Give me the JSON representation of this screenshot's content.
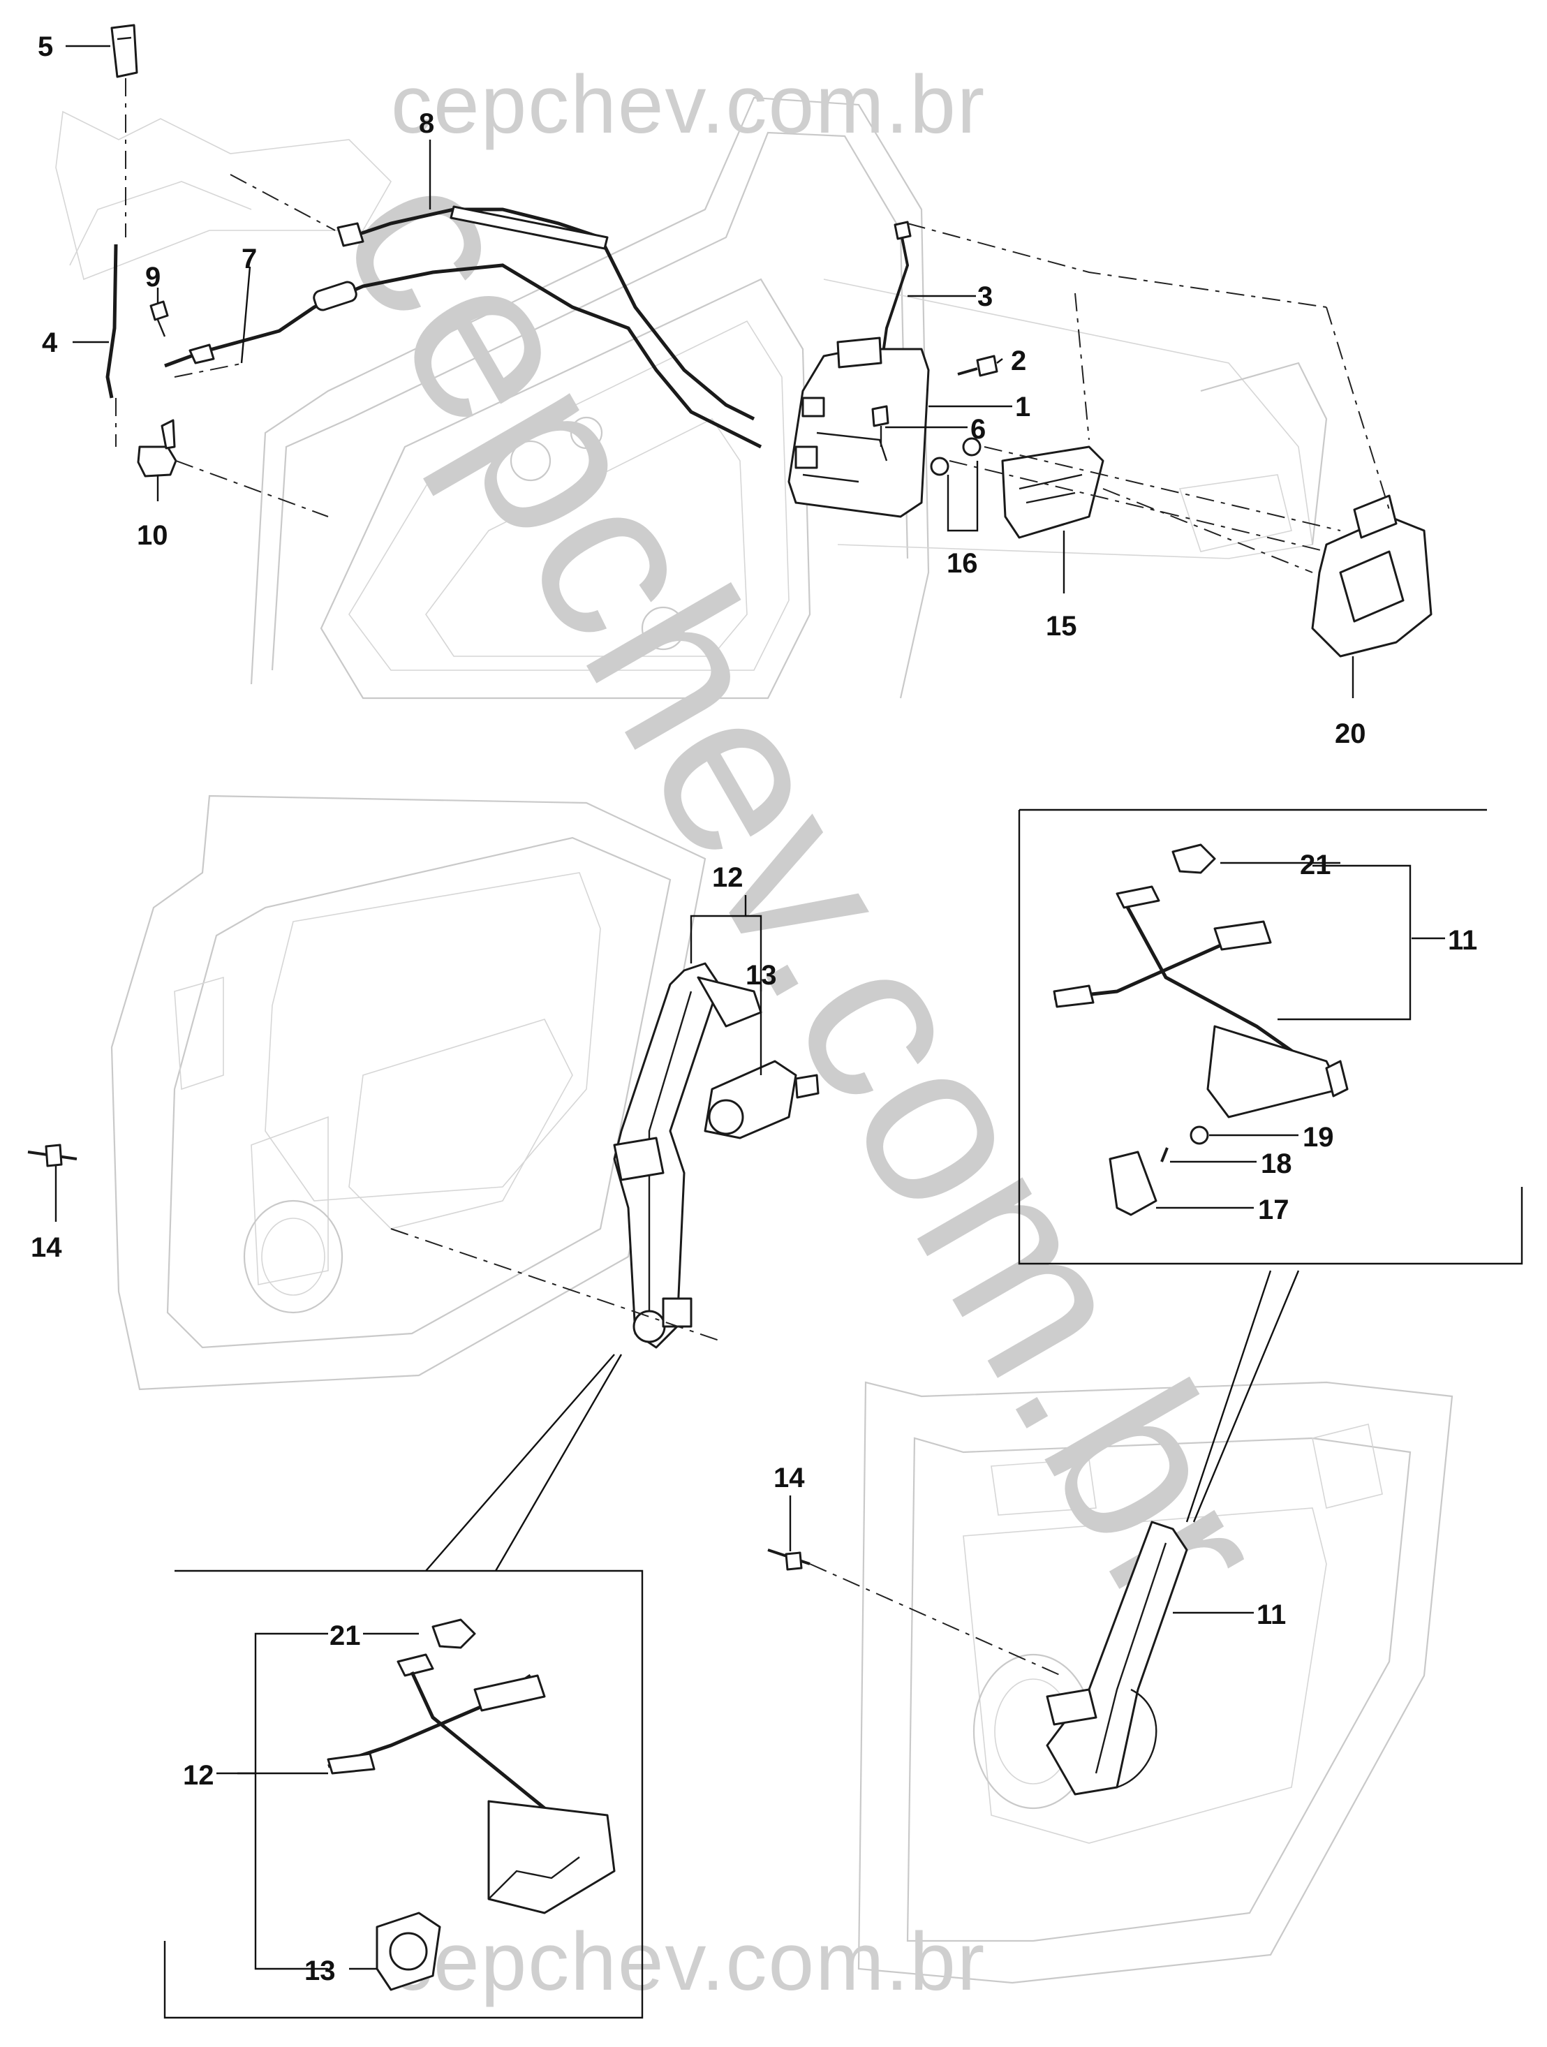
{
  "watermark": {
    "top": "cepchev.com.br",
    "bottom": "cepchev.com.br",
    "diagonal": "cepchev.com.br"
  },
  "callouts": {
    "c1": "1",
    "c2": "2",
    "c3": "3",
    "c4": "4",
    "c5": "5",
    "c6": "6",
    "c7": "7",
    "c8": "8",
    "c9": "9",
    "c10": "10",
    "c11a": "11",
    "c11b": "11",
    "c12a": "12",
    "c12b": "12",
    "c13a": "13",
    "c13b": "13",
    "c14a": "14",
    "c14b": "14",
    "c15": "15",
    "c16": "16",
    "c17": "17",
    "c18": "18",
    "c19": "19",
    "c20": "20",
    "c21a": "21",
    "c21b": "21"
  },
  "colors": {
    "line": "#1a1a1a",
    "ghost": "#c9c9c9",
    "watermark": "#cdcdcd"
  }
}
